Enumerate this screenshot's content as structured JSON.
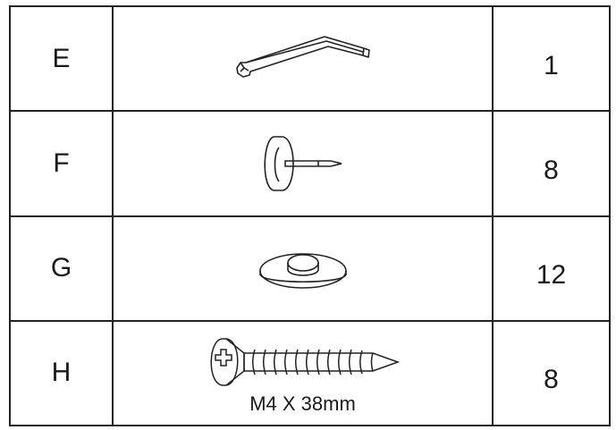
{
  "parts": [
    {
      "letter": "E",
      "icon": "hex-key-icon",
      "quantity": "1",
      "spec": ""
    },
    {
      "letter": "F",
      "icon": "felt-pad-nail-icon",
      "quantity": "8",
      "spec": ""
    },
    {
      "letter": "G",
      "icon": "washer-pad-icon",
      "quantity": "12",
      "spec": ""
    },
    {
      "letter": "H",
      "icon": "phillips-screw-icon",
      "quantity": "8",
      "spec": "M4 X 38mm"
    }
  ]
}
